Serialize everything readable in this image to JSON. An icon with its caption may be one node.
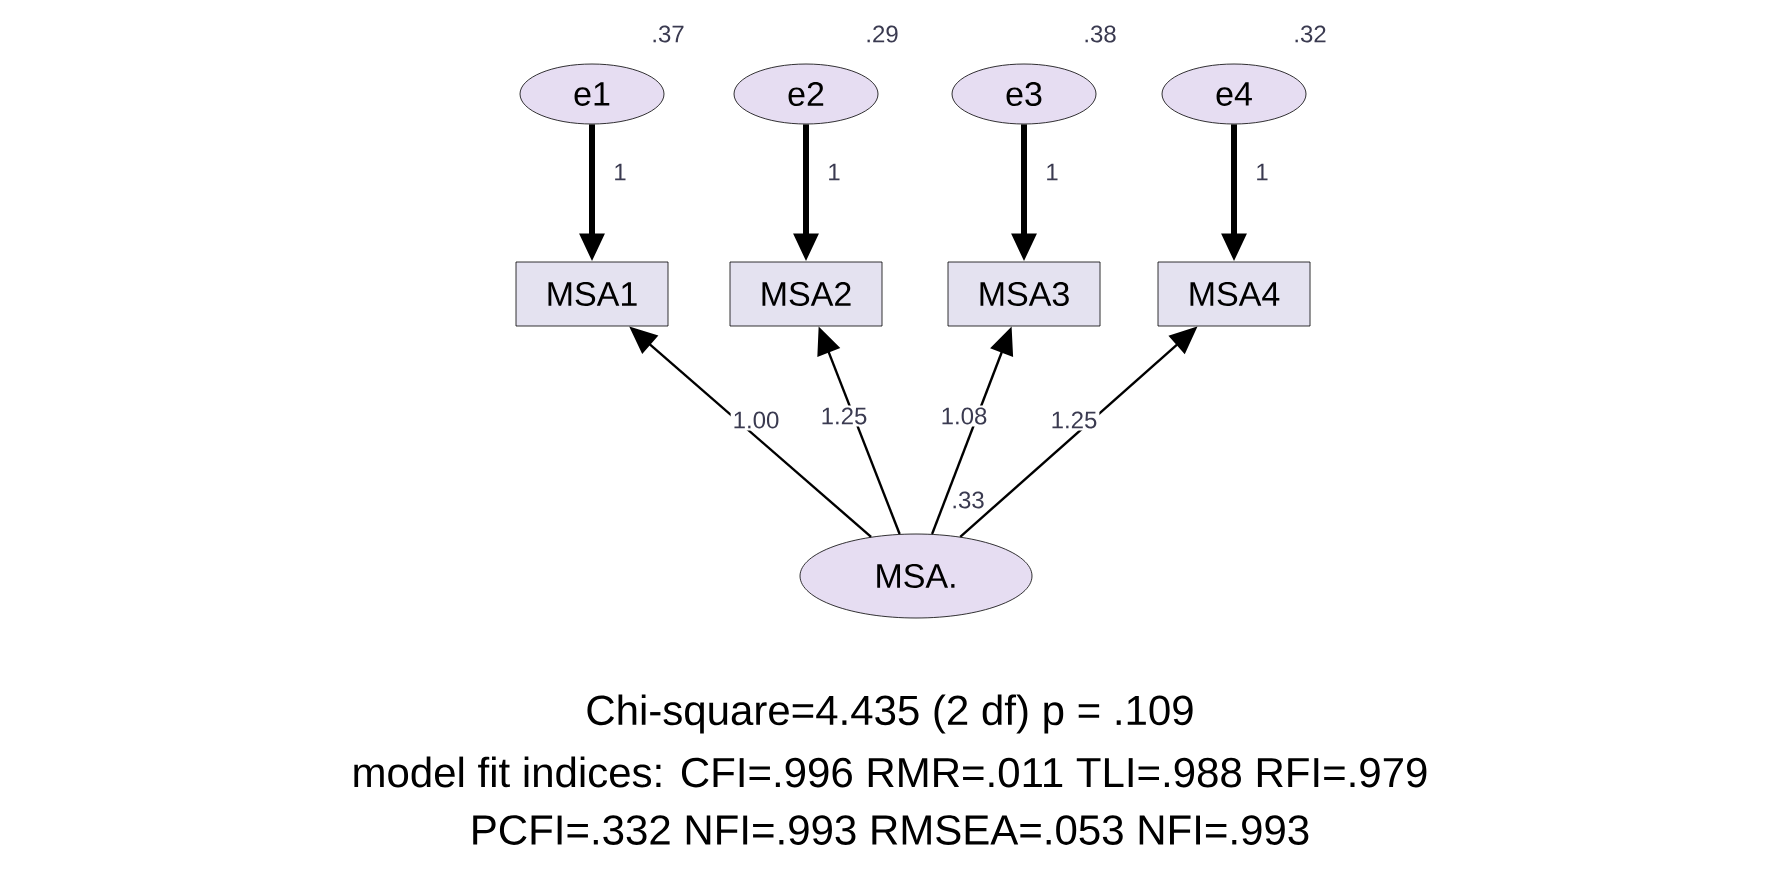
{
  "diagram": {
    "nodes": [
      {
        "text": [
          "e1"
        ],
        "beside": [
          ".37"
        ]
      },
      {
        "text": [
          "e2"
        ],
        "beside": [
          ".29"
        ]
      },
      {
        "text": [
          "e3"
        ],
        "beside": [
          ".38"
        ]
      },
      {
        "text": [
          "e4"
        ],
        "beside": [
          ".32"
        ]
      },
      {
        "text": [
          "MSA1"
        ]
      },
      {
        "text": [
          "MSA2"
        ]
      },
      {
        "text": [
          "MSA3"
        ]
      },
      {
        "text": [
          "MSA4"
        ]
      },
      {
        "text": [
          "MSA."
        ],
        "beside": [
          ".33"
        ]
      }
    ],
    "edges": [
      {
        "from": 0,
        "to": 4,
        "arrow": "to",
        "label": "1",
        "style": "thick"
      },
      {
        "from": 1,
        "to": 5,
        "arrow": "to",
        "label": "1",
        "style": "thick"
      },
      {
        "from": 2,
        "to": 6,
        "arrow": "to",
        "label": "1",
        "style": "thick"
      },
      {
        "from": 3,
        "to": 7,
        "arrow": "to",
        "label": "1",
        "style": "thick"
      },
      {
        "from": 8,
        "to": 4,
        "arrow": "to",
        "label": "1.00"
      },
      {
        "from": 8,
        "to": 5,
        "arrow": "to",
        "label": "1.25"
      },
      {
        "from": 8,
        "to": 6,
        "arrow": "to",
        "label": "1.08"
      },
      {
        "from": 8,
        "to": 7,
        "arrow": "to",
        "label": "1.25"
      }
    ],
    "labels": [
      "Chi-square=4.435 (2 df) p = .109",
      "model fit indices:  CFI=.996  RMR=.011  TLI=.988 RFI=.979",
      "PCFI=.332  NFI=.993  RMSEA=.053 NFI=.993"
    ]
  }
}
